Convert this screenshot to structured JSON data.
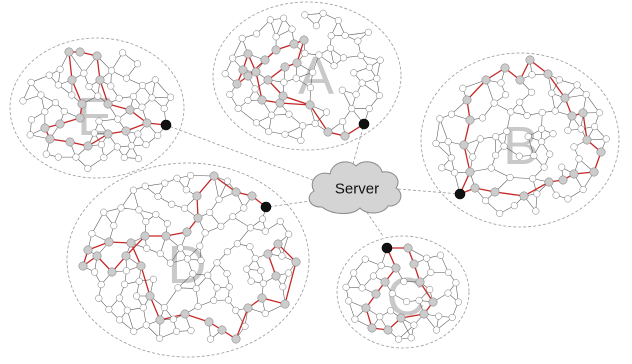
{
  "server": {
    "label": "Server",
    "fill": "#d4d4d4",
    "stroke": "#8a8a8a"
  },
  "colors": {
    "path": "#c62828",
    "path_node": "#cccccc",
    "node": "#ffffff",
    "gateway": "#111111",
    "letter": "#c9c9c9"
  },
  "clusters": [
    {
      "id": "E",
      "letter": "E"
    },
    {
      "id": "A",
      "letter": "A"
    },
    {
      "id": "B",
      "letter": "B"
    },
    {
      "id": "D",
      "letter": "D"
    },
    {
      "id": "C",
      "letter": "C"
    }
  ]
}
